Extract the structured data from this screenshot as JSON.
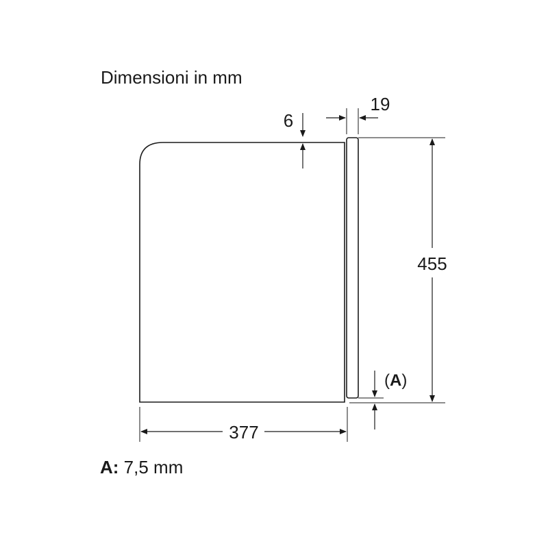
{
  "title": "Dimensioni in mm",
  "dimensions": {
    "width": "377",
    "height": "455",
    "top_gap": "6",
    "front_thickness": "19",
    "bottom_offset_label_open": "(",
    "bottom_offset_label_key": "A",
    "bottom_offset_label_close": ")"
  },
  "legend": {
    "key": "A:",
    "value": "7,5 mm"
  },
  "colors": {
    "line": "#1a1a1a",
    "background": "#ffffff"
  }
}
